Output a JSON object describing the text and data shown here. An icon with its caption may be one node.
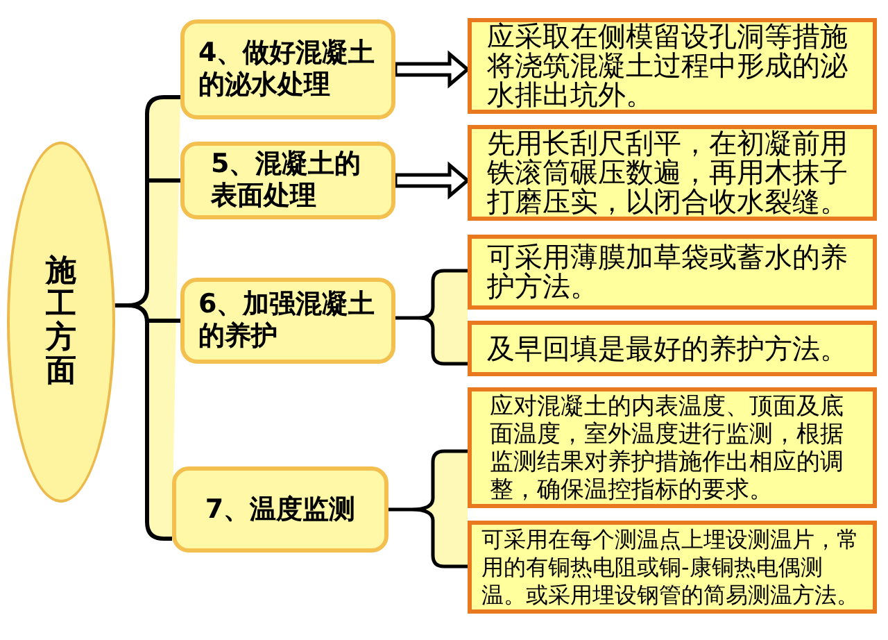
{
  "diagram": {
    "nodes": [
      {
        "text": [
          "施工方面"
        ]
      },
      {
        "text": [
          "4、做好混凝土的泌水处理"
        ]
      },
      {
        "text": [
          "5、混凝土的表面处理"
        ]
      },
      {
        "text": [
          "6、加强混凝土的养护"
        ]
      },
      {
        "text": [
          "7、温度监测"
        ]
      },
      {
        "text": [
          "应采取在侧模留设孔洞等措施将浇筑混凝土过程中形成的泌水排出坑外。"
        ]
      },
      {
        "text": [
          "先用长刮尺刮平，在初凝前用铁滚筒碾压数遍，再用木抹子打磨压实，以闭合收水裂缝。"
        ]
      },
      {
        "text": [
          "可采用薄膜加草袋或蓄水的养护方法。"
        ]
      },
      {
        "text": [
          "及早回填是最好的养护方法。"
        ]
      },
      {
        "text": [
          "应对混凝土的内表温度、顶面及底面温度，室外温度进行监测，根据监测结果对养护措施作出相应的调整，确保温控指标的要求。"
        ]
      },
      {
        "text": [
          "可采用在每个测温点上埋设测温片，常用的有铜热电阻或铜-康铜热电偶测温。或采用埋设钢管的简易测温方法。"
        ]
      }
    ],
    "edges": [
      {
        "from": 0,
        "to": 1,
        "arrow": "none"
      },
      {
        "from": 0,
        "to": 2,
        "arrow": "none"
      },
      {
        "from": 0,
        "to": 3,
        "arrow": "none"
      },
      {
        "from": 0,
        "to": 4,
        "arrow": "none"
      },
      {
        "from": 1,
        "to": 5,
        "arrow": "to"
      },
      {
        "from": 2,
        "to": 6,
        "arrow": "to"
      },
      {
        "from": 3,
        "to": 7,
        "arrow": "none"
      },
      {
        "from": 3,
        "to": 8,
        "arrow": "none"
      },
      {
        "from": 4,
        "to": 9,
        "arrow": "none"
      },
      {
        "from": 4,
        "to": 10,
        "arrow": "none"
      }
    ]
  }
}
